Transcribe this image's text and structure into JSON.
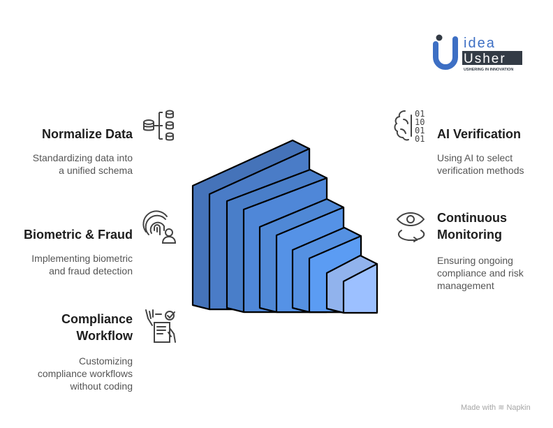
{
  "logo": {
    "word1": "idea",
    "word2": "Usher",
    "tagline": "USHERING IN INNOVATION",
    "colors": {
      "blue": "#3d6fc4",
      "dark": "#333b45"
    }
  },
  "left_items": [
    {
      "title": "Normalize Data",
      "desc": [
        "Standardizing data into",
        "a unified schema"
      ],
      "icon": "database-branch-icon"
    },
    {
      "title": "Biometric & Fraud",
      "desc": [
        "Implementing biometric",
        "and fraud detection"
      ],
      "icon": "fingerprint-user-icon"
    },
    {
      "title": [
        "Compliance",
        "Workflow"
      ],
      "desc": [
        "Customizing",
        "compliance workflows",
        "without coding"
      ],
      "icon": "document-check-hands-icon"
    }
  ],
  "right_items": [
    {
      "title": "AI Verification",
      "desc": [
        "Using AI to select",
        "verification methods"
      ],
      "icon": "brain-binary-icon"
    },
    {
      "title": [
        "Continuous",
        "Monitoring"
      ],
      "desc": [
        "Ensuring ongoing",
        "compliance and risk",
        "management"
      ],
      "icon": "eye-cycle-icon"
    }
  ],
  "stack_colors": [
    "#4a7cc7",
    "#4f87d8",
    "#5592e6",
    "#5b9cf3",
    "#9cc0ff"
  ],
  "footer": {
    "made_with": "Made with",
    "brand": "Napkin"
  }
}
